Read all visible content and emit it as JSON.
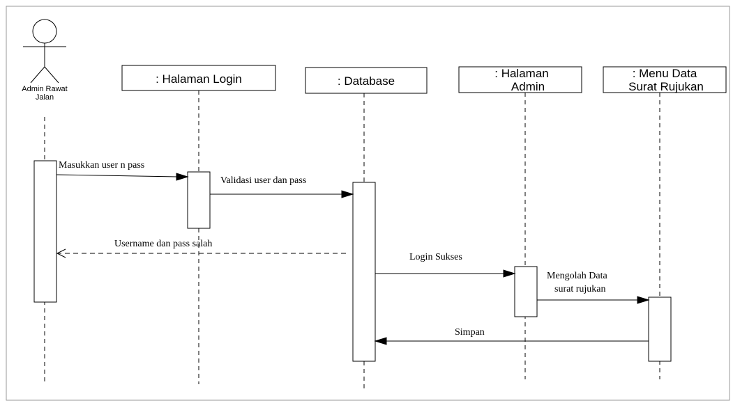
{
  "actor": {
    "line1": "Admin Rawat",
    "line2": "Jalan"
  },
  "objects": {
    "login": ": Halaman Login",
    "database": ": Database",
    "admin_line1": ": Halaman",
    "admin_line2": "Admin",
    "menu_line1": ": Menu Data",
    "menu_line2": "Surat Rujukan"
  },
  "messages": {
    "m1": "Masukkan user n pass",
    "m2": "Validasi user dan pass",
    "m3": "Username dan pass salah",
    "m4": "Login Sukses",
    "m5_line1": "Mengolah Data",
    "m5_line2": "surat rujukan",
    "m6": "Simpan"
  }
}
